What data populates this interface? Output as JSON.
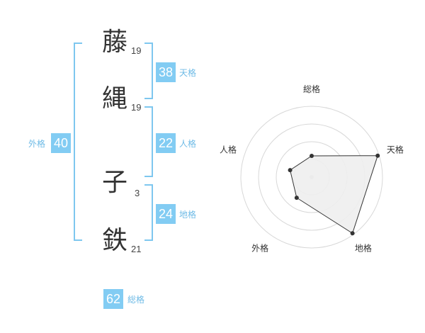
{
  "name": {
    "characters": [
      {
        "char": "藤",
        "strokes": "19"
      },
      {
        "char": "縄",
        "strokes": "19"
      },
      {
        "char": "子",
        "strokes": "3"
      },
      {
        "char": "鉄",
        "strokes": "21"
      }
    ]
  },
  "fortunes": {
    "tenkaku": {
      "value": "38",
      "label": "天格"
    },
    "jinkaku": {
      "value": "22",
      "label": "人格"
    },
    "chikaku": {
      "value": "24",
      "label": "地格"
    },
    "gaikaku": {
      "value": "40",
      "label": "外格"
    },
    "soukaku": {
      "value": "62",
      "label": "総格"
    }
  },
  "accent_color": "#82ccf3",
  "chart_data": {
    "type": "radar",
    "axes": [
      "総格",
      "天格",
      "地格",
      "外格",
      "人格"
    ],
    "rings": 4,
    "values": [
      0.3,
      0.98,
      0.98,
      0.36,
      0.32
    ],
    "fill": "#eeeeee",
    "stroke": "#333333"
  }
}
